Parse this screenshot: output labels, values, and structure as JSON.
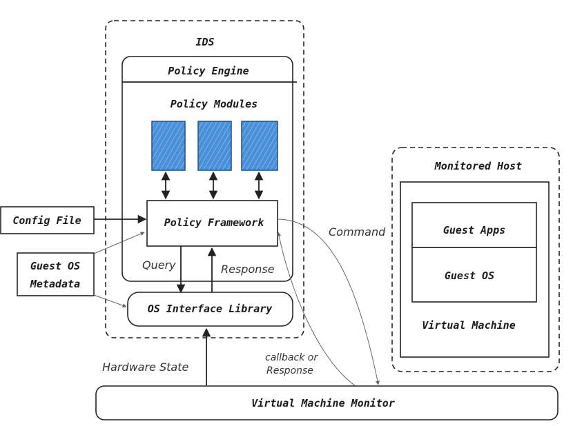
{
  "ids": {
    "title": "IDS"
  },
  "policy_engine": {
    "title": "Policy Engine",
    "modules_title": "Policy Modules"
  },
  "policy_framework": {
    "label": "Policy Framework"
  },
  "os_interface": {
    "label": "OS Interface Library"
  },
  "config_file": {
    "label": "Config File"
  },
  "guest_os_metadata": {
    "line1": "Guest OS",
    "line2": "Metadata"
  },
  "labels": {
    "query": "Query",
    "response": "Response",
    "command": "Command",
    "hardware_state": "Hardware State",
    "callback_line1": "callback or",
    "callback_line2": "Response"
  },
  "monitored_host": {
    "title": "Monitored Host",
    "guest_apps": "Guest Apps",
    "guest_os": "Guest OS",
    "virtual_machine": "Virtual Machine"
  },
  "vmm": {
    "label": "Virtual Machine Monitor"
  },
  "colors": {
    "module_fill": "#4a90d9",
    "module_stroke": "#1f4e8c"
  }
}
